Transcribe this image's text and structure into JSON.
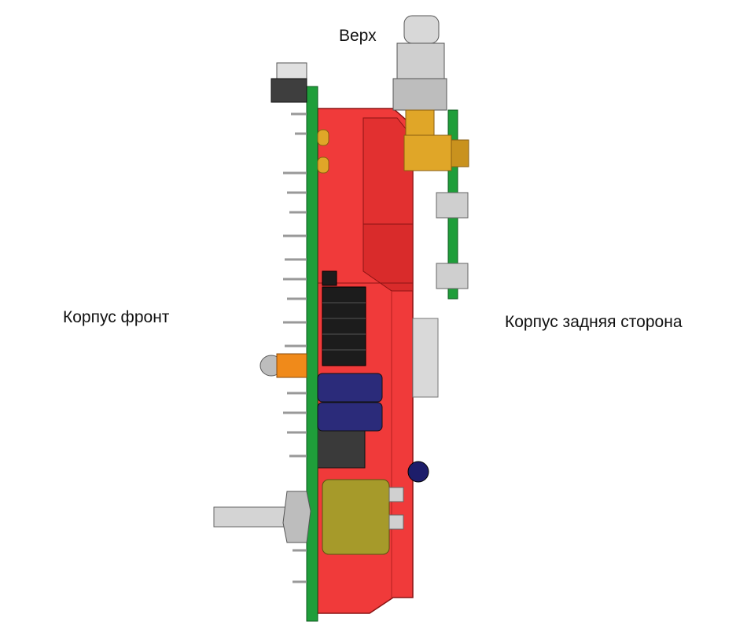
{
  "labels": {
    "top": "Верх",
    "front": "Корпус фронт",
    "rear": "Корпус задняя сторона"
  },
  "colors": {
    "housing": "#f03a3a",
    "housing_dark": "#c82424",
    "pcb": "#1f9e3a",
    "brass": "#e0a628",
    "capacitor": "#2b2b7a",
    "potentiometer": "#a69a2a",
    "led": "#f08a1a",
    "metal": "#c8c8c8"
  }
}
